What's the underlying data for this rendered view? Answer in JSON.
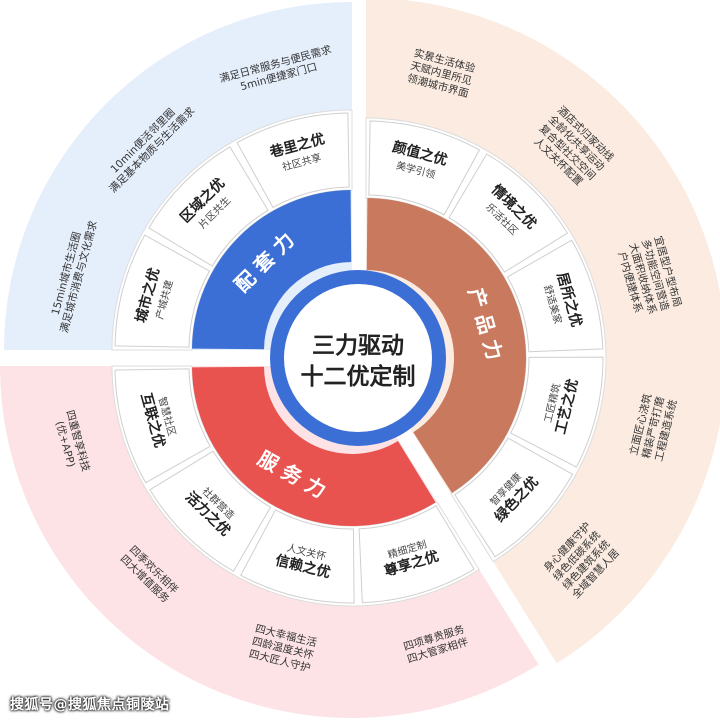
{
  "center": {
    "line1": "三力驱动",
    "line2": "十二优定制"
  },
  "colors": {
    "peitao": "#3b6fd6",
    "peitao_bg": "#e5eefb",
    "chanpin": "#c9795d",
    "chanpin_bg": "#fbebe0",
    "fuwu": "#e8524f",
    "fuwu_bg": "#fde3e6",
    "ring_bg": "#ffffff",
    "center_ring": "#3b6fd6"
  },
  "forces": [
    {
      "key": "peitao",
      "label": "配 套 力"
    },
    {
      "key": "chanpin",
      "label": "产 品 力"
    },
    {
      "key": "fuwu",
      "label": "服 务 力"
    }
  ],
  "advantages": [
    {
      "title": "巷里之优",
      "sub": "社区共享",
      "group": "peitao"
    },
    {
      "title": "区域之优",
      "sub": "片区共生",
      "group": "peitao"
    },
    {
      "title": "城市之优",
      "sub": "产城共建",
      "group": "peitao"
    },
    {
      "title": "颜值之优",
      "sub": "美学引领",
      "group": "chanpin"
    },
    {
      "title": "情境之优",
      "sub": "乐活社区",
      "group": "chanpin"
    },
    {
      "title": "居所之优",
      "sub": "舒适美家",
      "group": "chanpin"
    },
    {
      "title": "工艺之优",
      "sub": "工匠精筑",
      "group": "chanpin"
    },
    {
      "title": "绿色之优",
      "sub": "智享健康",
      "group": "chanpin"
    },
    {
      "title": "尊享之优",
      "sub": "精细定制",
      "group": "fuwu"
    },
    {
      "title": "信赖之优",
      "sub": "人文关怀",
      "group": "fuwu"
    },
    {
      "title": "活力之优",
      "sub": "社群营造",
      "group": "fuwu"
    },
    {
      "title": "互联之优",
      "sub": "智慧社区",
      "group": "fuwu"
    }
  ],
  "details": [
    {
      "lines": [
        "满足日常服务与便民需求",
        "5min便捷家门口"
      ]
    },
    {
      "lines": [
        "10min便活邻里圈",
        "满足基本物质与生活需求"
      ]
    },
    {
      "lines": [
        "15min城市生活圈",
        "满足城市消费与文化需求"
      ]
    },
    {
      "lines": [
        "实景生活体验",
        "天赋内里所见",
        "领潮城市界面"
      ]
    },
    {
      "lines": [
        "酒店式归家动线",
        "全龄化共享运动",
        "复合型社交空间",
        "人文关怀配置"
      ]
    },
    {
      "lines": [
        "宜居型户型布局",
        "多功能空间营造",
        "大面积收纳体系",
        "户内便捷体系"
      ]
    },
    {
      "lines": [
        "立面匠心浇筑",
        "精装严苛打磨",
        "工程建造系统"
      ]
    },
    {
      "lines": [
        "身心健康守护",
        "绿色低碳系统",
        "绿色建筑系统",
        "全域智慧人居"
      ]
    },
    {
      "lines": [
        "四项尊贵服务",
        "四大管家相伴"
      ]
    },
    {
      "lines": [
        "四大幸福生活",
        "四龄温度关怀",
        "四大匠人守护"
      ]
    },
    {
      "lines": [
        "四季欢乐相伴",
        "四大增值服务"
      ]
    },
    {
      "lines": [
        "四重智享科技",
        "(优+APP)"
      ]
    }
  ],
  "watermark": "搜狐号@搜狐焦点铜陵站"
}
